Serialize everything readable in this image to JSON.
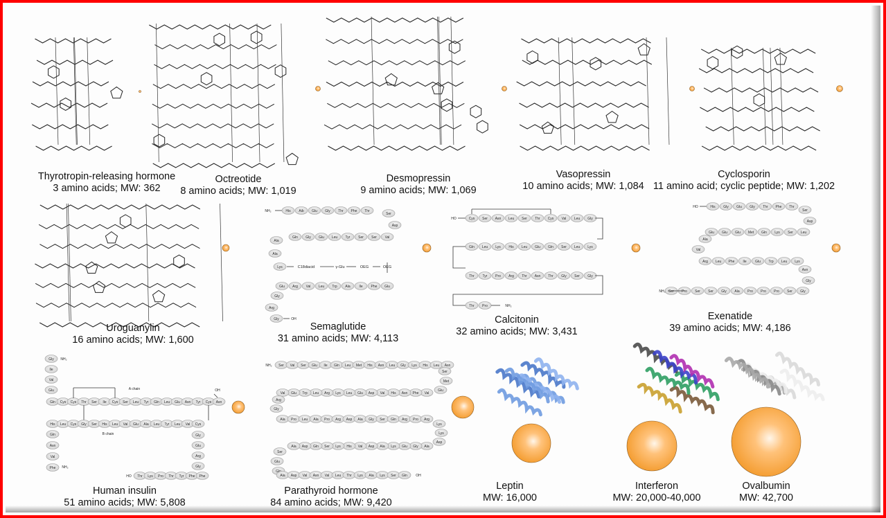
{
  "figure": {
    "border_color": "#ff0000",
    "marker_color": "#f39a2b",
    "bead_color": "#cfcfcf"
  },
  "molecules": [
    {
      "name": "Thyrotropin-releasing hormone",
      "detail": "3 amino acids; MW: 362"
    },
    {
      "name": "Octreotide",
      "detail": "8 amino acids; MW: 1,019"
    },
    {
      "name": "Desmopressin",
      "detail": "9 amino acids; MW: 1,069"
    },
    {
      "name": "Vasopressin",
      "detail": "10 amino acids; MW: 1,084"
    },
    {
      "name": "Cyclosporin",
      "detail": "11 amino acid; cyclic peptide; MW: 1,202"
    },
    {
      "name": "Uroguanylin",
      "detail": "16 amino acids; MW: 1,600"
    },
    {
      "name": "Semaglutide",
      "detail": "31 amino acids; MW: 4,113"
    },
    {
      "name": "Calcitonin",
      "detail": "32 amino acids; MW: 3,431"
    },
    {
      "name": "Exenatide",
      "detail": "39 amino acids; MW: 4,186"
    },
    {
      "name": "Human insulin",
      "detail": "51 amino acids; MW: 5,808"
    },
    {
      "name": "Parathyroid hormone",
      "detail": "84 amino acids; MW: 9,420"
    },
    {
      "name": "Leptin",
      "detail": "MW: 16,000"
    },
    {
      "name": "Interferon",
      "detail": "MW: 20,000-40,000"
    },
    {
      "name": "Ovalbumin",
      "detail": "MW: 42,700"
    }
  ],
  "sequences": {
    "semaglutide": {
      "terminal_n": "NH₂",
      "terminal_c": "OH",
      "row1": [
        "His",
        "Aib",
        "Glu",
        "Gly",
        "Thr",
        "Phe",
        "Thr",
        "Ser",
        "Asp"
      ],
      "row2": [
        "Val",
        "Ser",
        "Ser",
        "Tyr",
        "Leu",
        "Glu",
        "Gly",
        "Gln",
        "Ala",
        "Ala"
      ],
      "row3": [
        "Lys",
        "Glu",
        "Arg",
        "Val",
        "Leu",
        "Trp",
        "Ala",
        "Ile",
        "Phe",
        "Glu",
        "Gly",
        "Arg",
        "Gly"
      ],
      "sidechain": [
        "C18diacid",
        "γ-Glu",
        "OEG",
        "OEG"
      ]
    },
    "calcitonin": {
      "terminal_n": "HO",
      "terminal_c": "NH₂",
      "row1": [
        "Cys",
        "Ser",
        "Asn",
        "Leu",
        "Ser",
        "Thr",
        "Cys",
        "Val",
        "Leu",
        "Gly"
      ],
      "row2": [
        "Lys",
        "Leu",
        "Ser",
        "Gln",
        "Glu",
        "Leu",
        "His",
        "Lys",
        "Leu",
        "Gln"
      ],
      "row3": [
        "Thr",
        "Tyr",
        "Pro",
        "Arg",
        "Thr",
        "Asn",
        "Thr",
        "Gly",
        "Ser",
        "Gly"
      ],
      "row4": [
        "Thr",
        "Pro"
      ]
    },
    "exenatide": {
      "terminal_n": "HO",
      "terminal_c": "NH₂",
      "row1": [
        "His",
        "Gly",
        "Glu",
        "Gly",
        "Thr",
        "Phe",
        "Thr",
        "Ser",
        "Asp"
      ],
      "row2": [
        "Leu",
        "Ser",
        "Lys",
        "Gln",
        "Met",
        "Glu",
        "Glu",
        "Glu",
        "Ala",
        "Val"
      ],
      "row3": [
        "Arg",
        "Leu",
        "Phe",
        "Ile",
        "Glu",
        "Trp",
        "Leu",
        "Lys",
        "Asn",
        "Gly"
      ],
      "row4": [
        "Gly",
        "Ser",
        "Pro",
        "Ser",
        "Ser",
        "Gly",
        "Ala",
        "Pro",
        "Pro",
        "Pro",
        "Ser"
      ]
    },
    "insulin": {
      "a_label": "A chain",
      "b_label": "B chain",
      "a_col": [
        "Gly",
        "Ile",
        "Val",
        "Glu"
      ],
      "a_row": [
        "Gln",
        "Cys",
        "Cys",
        "Thr",
        "Ser",
        "Ile",
        "Cys",
        "Ser",
        "Leu",
        "Tyr",
        "Gln",
        "Leu",
        "Glu",
        "Asn",
        "Tyr",
        "Cys",
        "Asn"
      ],
      "b_row": [
        "His",
        "Leu",
        "Cys",
        "Gly",
        "Ser",
        "His",
        "Leu",
        "Val",
        "Glu",
        "Ala",
        "Leu",
        "Tyr",
        "Leu",
        "Val",
        "Cys"
      ],
      "b_col_left": [
        "Gln",
        "Asn",
        "Val",
        "Phe"
      ],
      "b_col_right": [
        "Gly",
        "Glu",
        "Arg",
        "Gly"
      ],
      "b_bottom": [
        "Thr",
        "Lys",
        "Pro",
        "Thr",
        "Tyr",
        "Phe",
        "Phe"
      ]
    },
    "pth": {
      "row1": [
        "Ser",
        "Val",
        "Ser",
        "Glu",
        "Ile",
        "Gln",
        "Leu",
        "Met",
        "His",
        "Asn",
        "Leu",
        "Gly",
        "Lys",
        "His",
        "Leu",
        "Asn",
        "Ser",
        "Met",
        "Glu"
      ],
      "row2": [
        "Val",
        "Phe",
        "Asn",
        "His",
        "Val",
        "Asp",
        "Glu",
        "Leu",
        "Lys",
        "Arg",
        "Leu",
        "Trp",
        "Glu",
        "Val",
        "Arg"
      ],
      "row3": [
        "Gly",
        "Ala",
        "Pro",
        "Leu",
        "Ala",
        "Pro",
        "Arg",
        "Asp",
        "Ala",
        "Gly",
        "Ser",
        "Gln",
        "Arg",
        "Pro",
        "Arg",
        "Lys",
        "Lys"
      ],
      "row4": [
        "Asp",
        "Ala",
        "Gly",
        "Glu",
        "Lys",
        "Ala",
        "Asp",
        "Val",
        "His",
        "Lys",
        "Ser",
        "Gln",
        "Asp",
        "Ala",
        "Ser",
        "Glu",
        "Gln"
      ],
      "row5": [
        "Ala",
        "Asp",
        "Val",
        "Asn",
        "Val",
        "Leu",
        "Thr",
        "Lys",
        "Ala",
        "Lys",
        "Ser",
        "Gln"
      ]
    },
    "terminal_labels": {
      "oh": "OH",
      "nh2": "NH₂",
      "ho": "HO"
    }
  }
}
